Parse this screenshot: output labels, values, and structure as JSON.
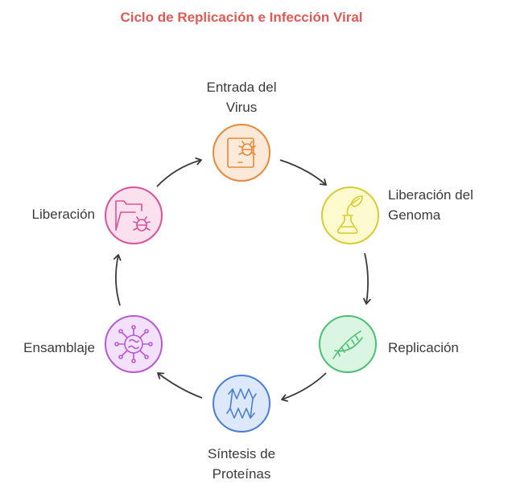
{
  "title": "Ciclo de Replicación e Infección Viral",
  "steps": [
    {
      "label_line1": "Entrada del",
      "label_line2": "Virus",
      "icon": "bug-on-tablet-icon",
      "color": "#e58a3a",
      "fill": "#fde9d8"
    },
    {
      "label_line1": "Liberación del",
      "label_line2": "Genoma",
      "icon": "flask-leaf-icon",
      "color": "#d9cc2e",
      "fill": "#fdfad0"
    },
    {
      "label_line1": "Replicación",
      "label_line2": "",
      "icon": "dna-helix-icon",
      "color": "#4cbf72",
      "fill": "#daf5e2"
    },
    {
      "label_line1": "Síntesis de",
      "label_line2": "Proteínas",
      "icon": "protein-strand-icon",
      "color": "#4a7fd9",
      "fill": "#dde8fb"
    },
    {
      "label_line1": "Ensamblaje",
      "label_line2": "",
      "icon": "virus-icon",
      "color": "#b65ad6",
      "fill": "#f3e0fa"
    },
    {
      "label_line1": "Liberación",
      "label_line2": "",
      "icon": "folder-bug-icon",
      "color": "#d9529a",
      "fill": "#fbe0ee"
    }
  ]
}
